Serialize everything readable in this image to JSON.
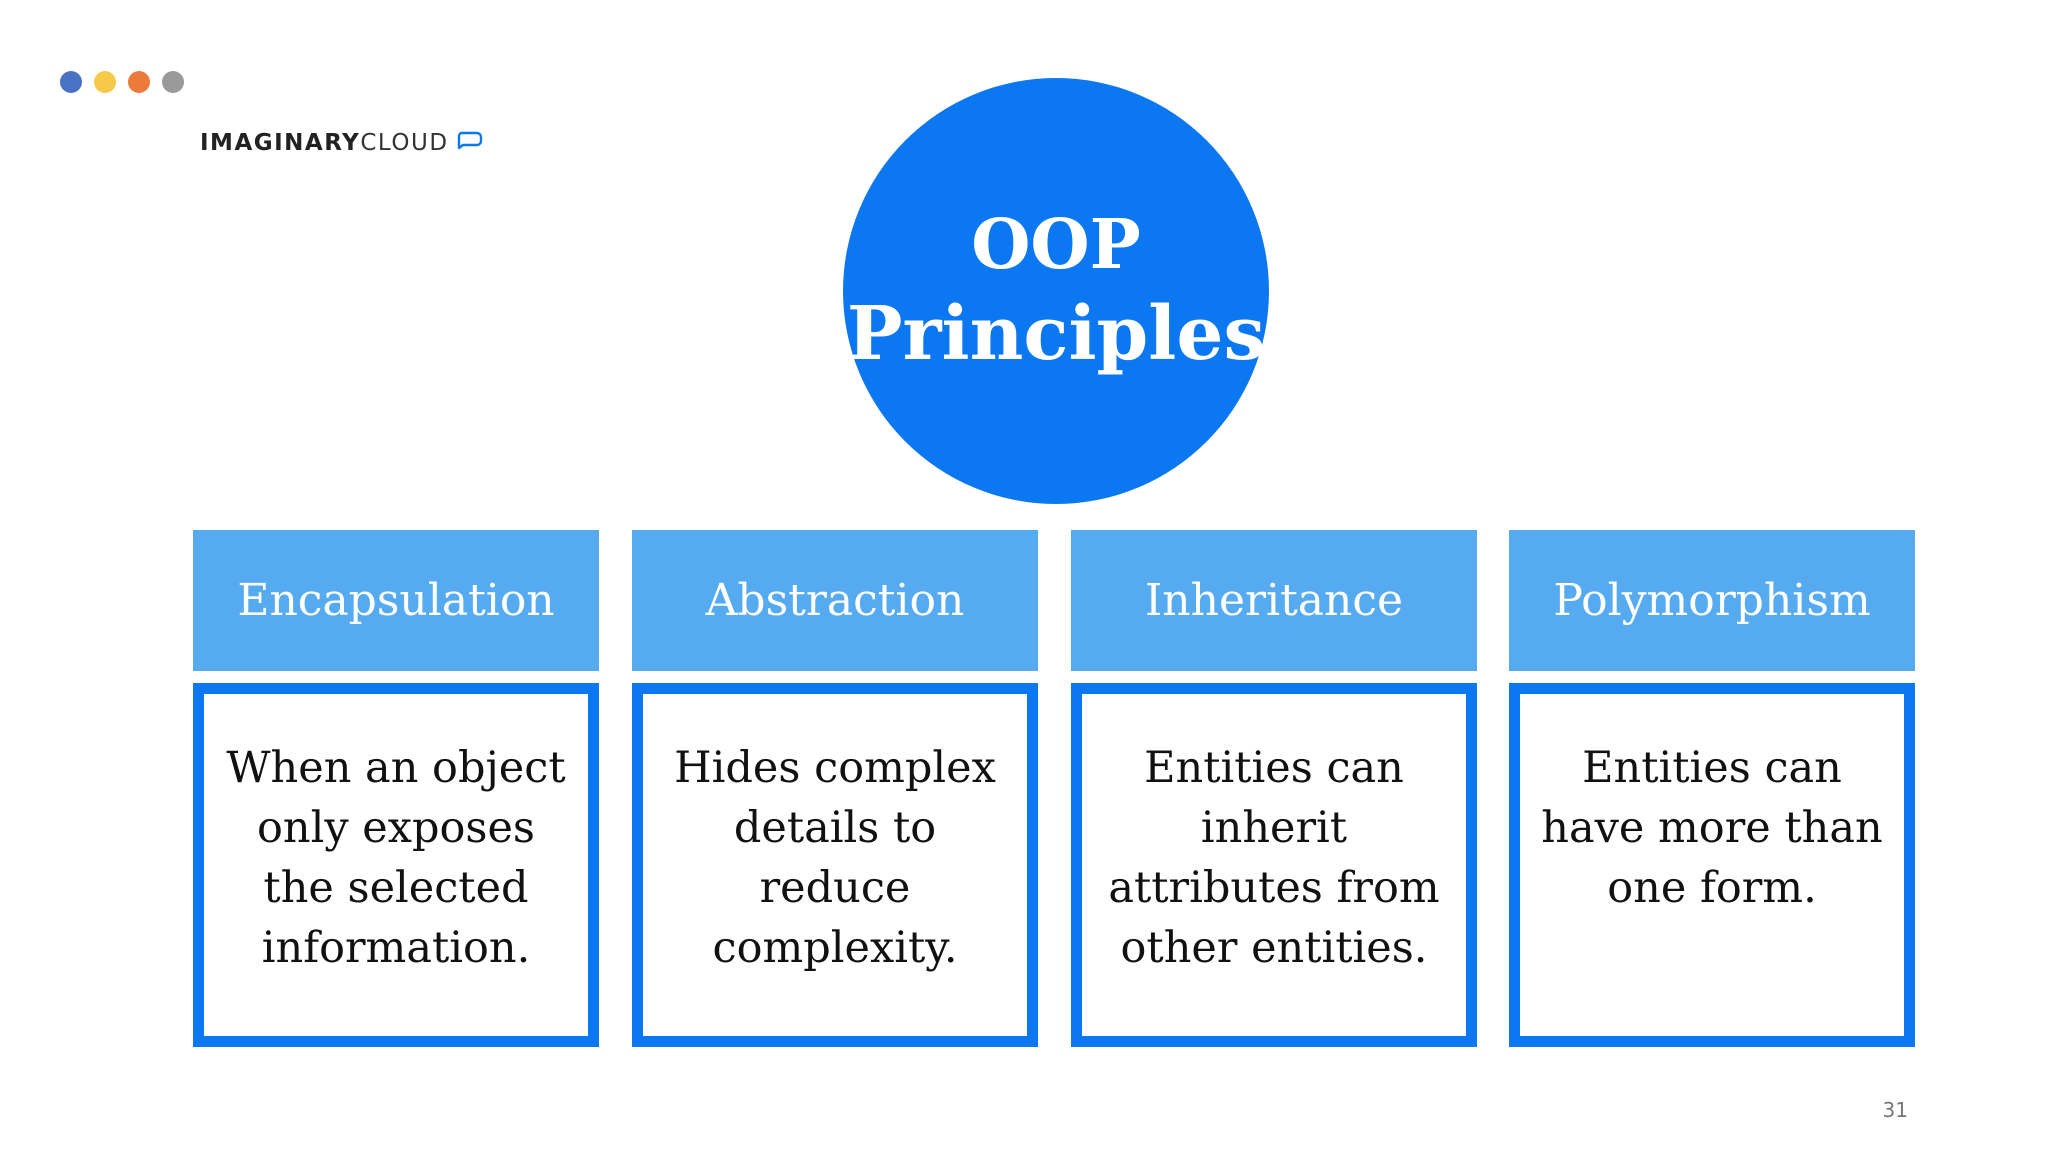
{
  "colors": {
    "dot_blue": "#4a72c4",
    "dot_yellow": "#f7c948",
    "dot_orange": "#ec7a3a",
    "dot_gray": "#9a9a9a",
    "hub": "#0b78f2",
    "header": "#55aaf0",
    "box_border": "#0b78f2"
  },
  "logo": {
    "bold": "IMAGINARY",
    "light": "CLOUD",
    "icon": "speech-bubble-icon"
  },
  "hub": {
    "line1": "OOP",
    "line2": "Principles"
  },
  "principles": [
    {
      "title": "Encapsulation",
      "description": "When an object only exposes the selected information."
    },
    {
      "title": "Abstraction",
      "description": "Hides complex details to reduce complexity."
    },
    {
      "title": "Inheritance",
      "description": "Entities can inherit attributes from other entities."
    },
    {
      "title": "Polymorphism",
      "description": "Entities can have more than one form."
    }
  ],
  "page_number": "31"
}
